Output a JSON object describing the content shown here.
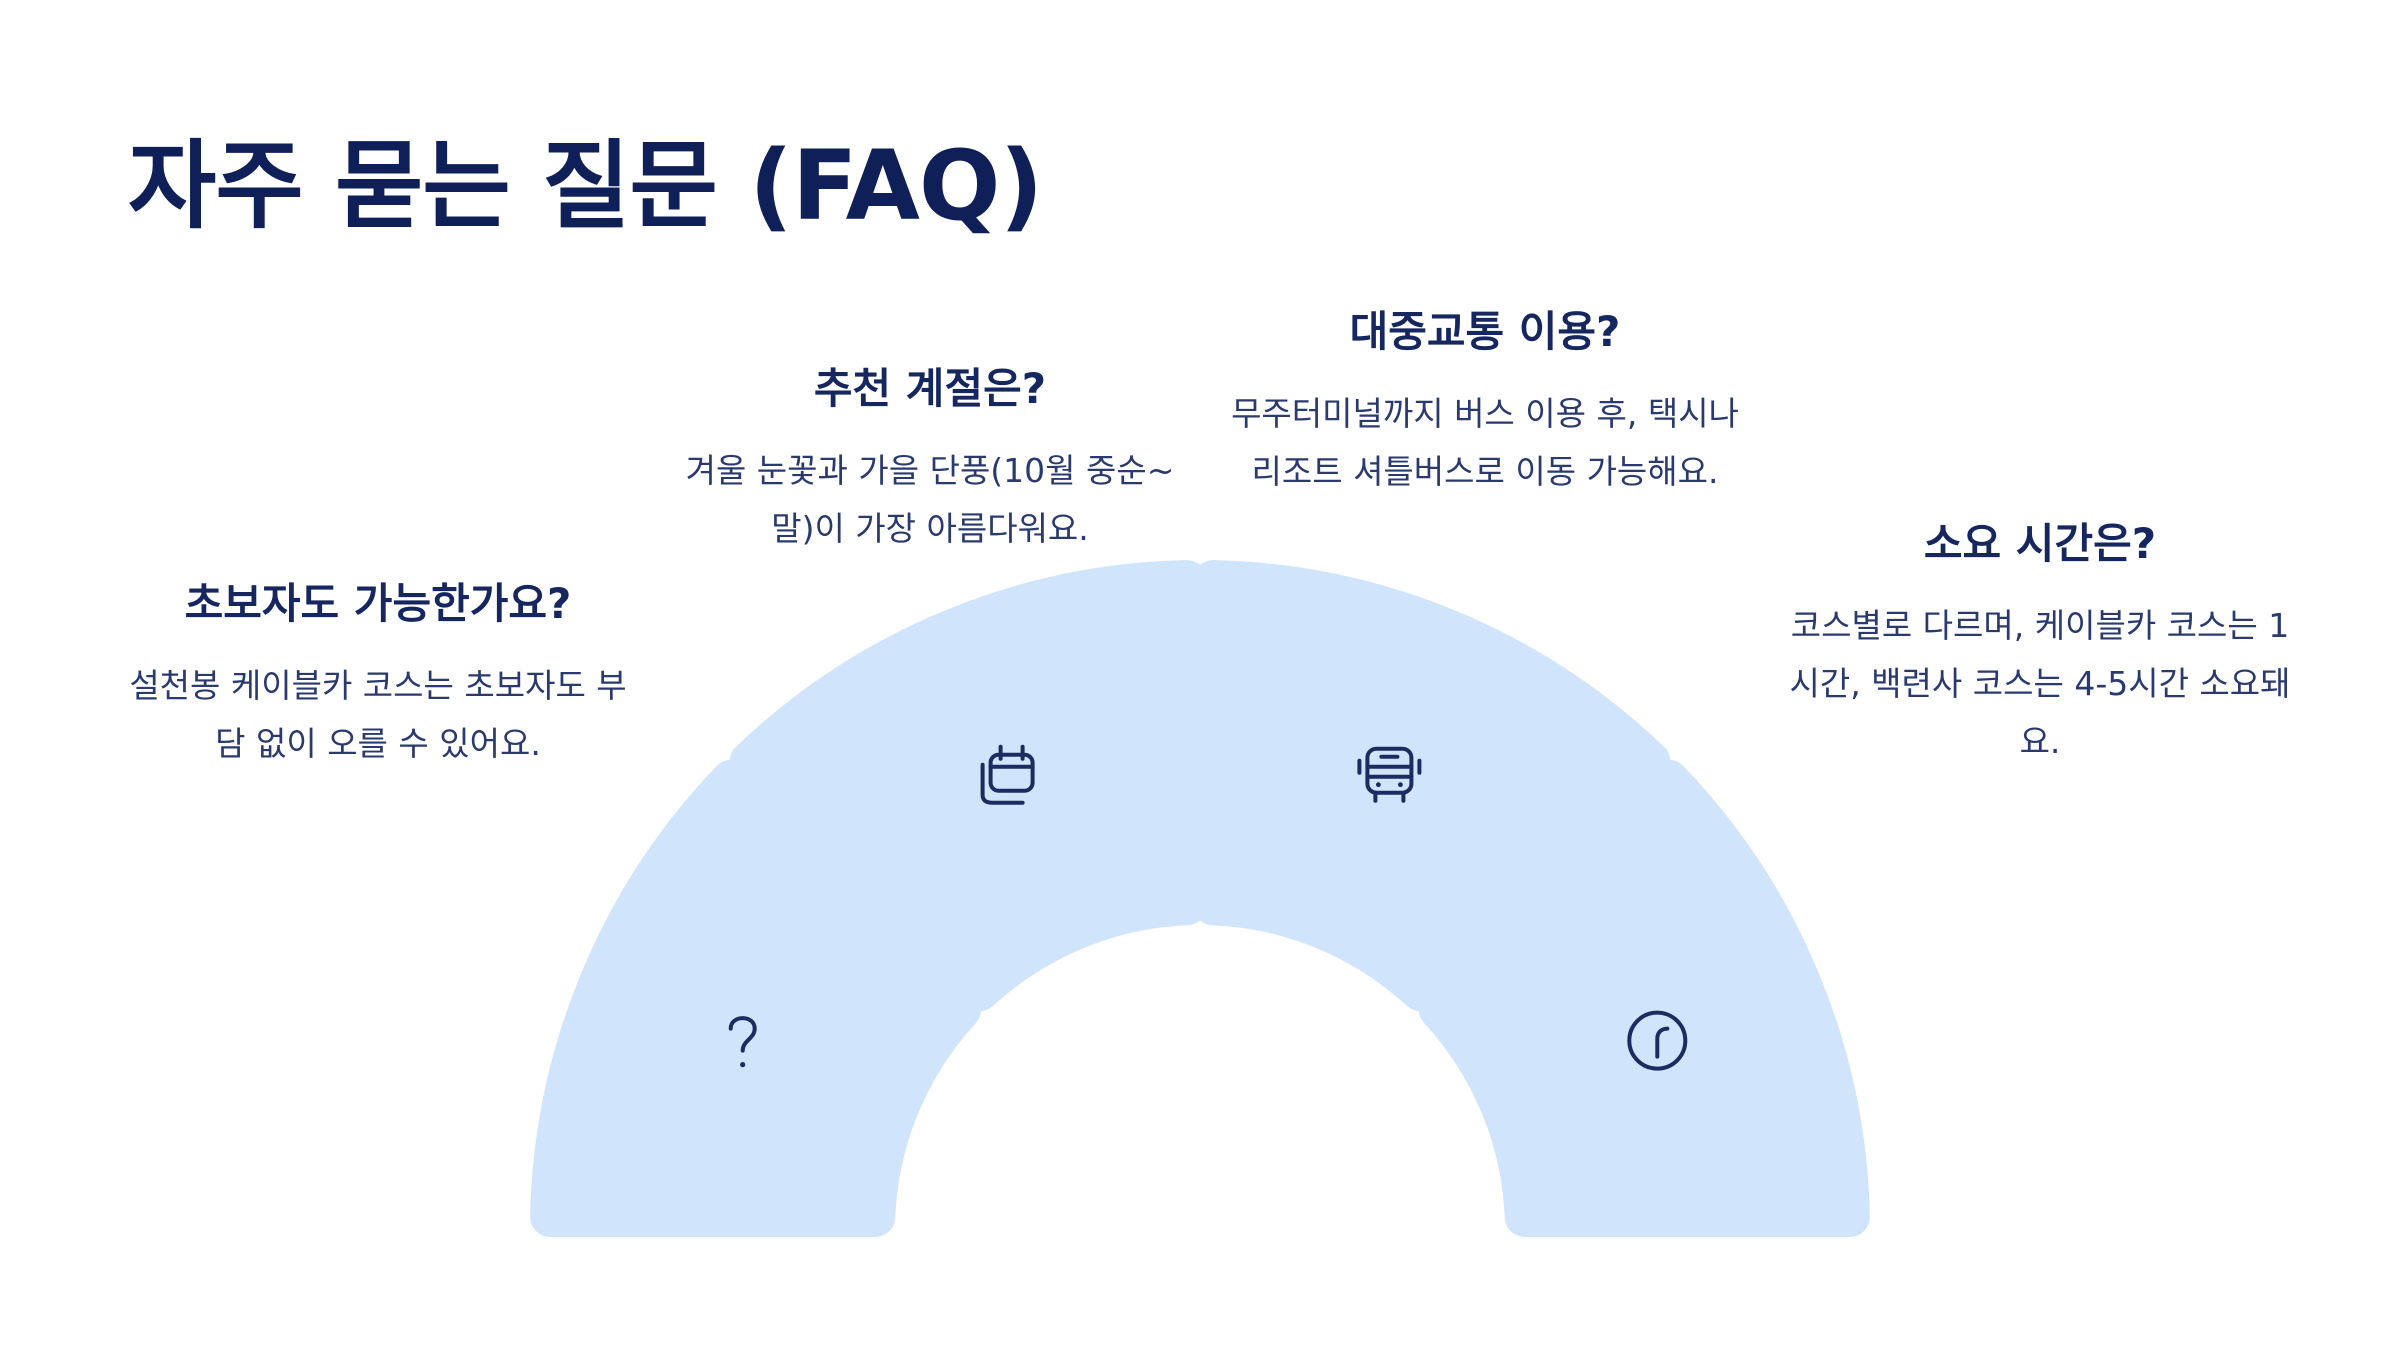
{
  "title": "자주 묻는 질문 (FAQ)",
  "colors": {
    "title": "#0f1f57",
    "segment_fill": "#d0e4fb",
    "icon_stroke": "#1c2c60",
    "text": "#2a3a6e"
  },
  "faq": [
    {
      "question": "초보자도 가능한가요?",
      "answer": "설천봉 케이블카 코스는 초보자도 부담 없이 오를 수 있어요.",
      "icon": "question-icon"
    },
    {
      "question": "추천 계절은?",
      "answer": "겨울 눈꽃과 가을 단풍(10월 중순~말)이 가장 아름다워요.",
      "icon": "calendar-icon"
    },
    {
      "question": "대중교통 이용?",
      "answer": "무주터미널까지 버스 이용 후, 택시나 리조트 셔틀버스로 이동 가능해요.",
      "icon": "bus-icon"
    },
    {
      "question": "소요 시간은?",
      "answer": "코스별로 다르며, 케이블카 코스는 1시간, 백련사 코스는 4-5시간 소요돼요.",
      "icon": "clock-icon"
    }
  ]
}
